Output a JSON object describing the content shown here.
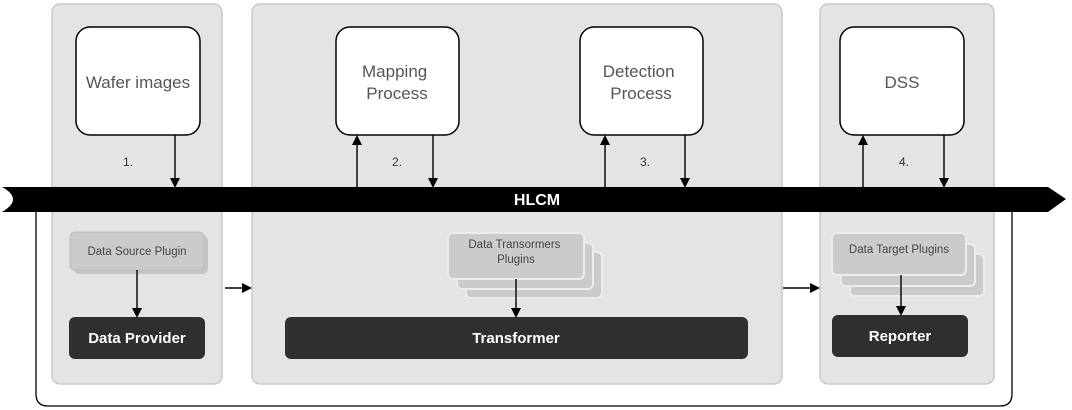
{
  "bus": {
    "label": "HLCM"
  },
  "processes": [
    {
      "lines": [
        "Wafer images"
      ]
    },
    {
      "lines": [
        "Mapping",
        "Process"
      ]
    },
    {
      "lines": [
        "Detection",
        "Process"
      ]
    },
    {
      "lines": [
        "DSS"
      ]
    }
  ],
  "steps": [
    "1.",
    "2.",
    "3.",
    "4."
  ],
  "plugins": {
    "source": {
      "lines": [
        "Data Source Plugin"
      ]
    },
    "transformers": {
      "lines": [
        "Data Transormers",
        "Plugins"
      ]
    },
    "target": {
      "lines": [
        "Data Target Plugins"
      ]
    }
  },
  "components": {
    "provider": "Data Provider",
    "transformer": "Transformer",
    "reporter": "Reporter"
  },
  "colors": {
    "panel": "#e4e4e4",
    "panel_stroke": "#c8c8c8",
    "plugin": "#cbcbcb",
    "dark": "#2f2f2f",
    "bus": "#000000"
  }
}
